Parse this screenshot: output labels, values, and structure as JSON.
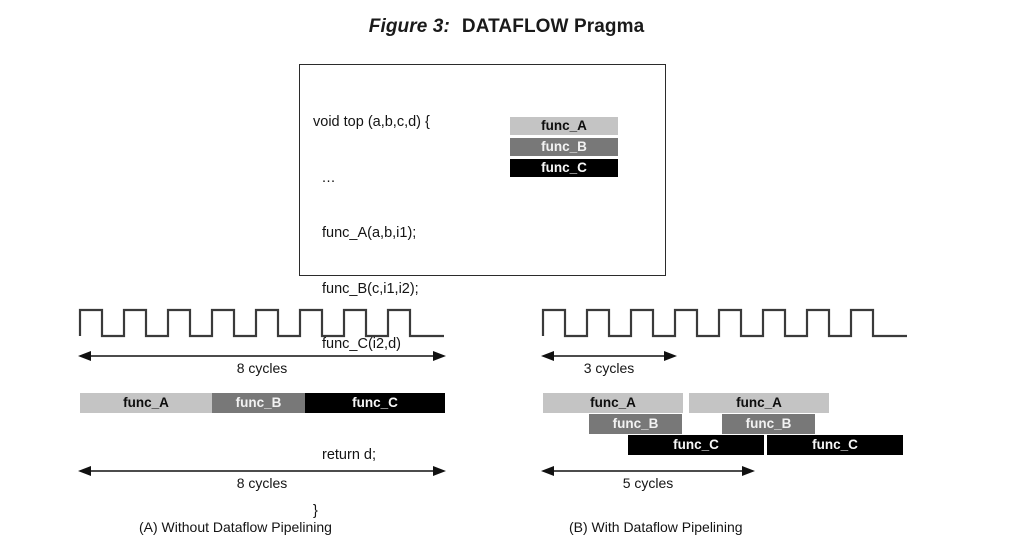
{
  "figure": {
    "label": "Figure 3:",
    "name": "DATAFLOW Pragma"
  },
  "code": {
    "line1": "void top (a,b,c,d) {",
    "line2": "...",
    "line3": "func_A(a,b,i1);",
    "line4": "func_B(c,i1,i2);",
    "line5": "func_C(i2,d)",
    "line6": "return d;",
    "line7": "}"
  },
  "legend": {
    "items": [
      {
        "label": "func_A",
        "color": "#c4c4c4",
        "text_color": "#0d0d0d"
      },
      {
        "label": "func_B",
        "color": "#787878",
        "text_color": "#f2f2f2"
      },
      {
        "label": "func_C",
        "color": "#000000",
        "text_color": "#f7f7f7"
      }
    ]
  },
  "panel_a": {
    "caption": "(A) Without Dataflow Pipelining",
    "clock_cycles": 8,
    "top_measure": "8 cycles",
    "bottom_measure": "8 cycles",
    "bars": [
      {
        "label": "func_A",
        "kind": "A"
      },
      {
        "label": "func_B",
        "kind": "B"
      },
      {
        "label": "func_C",
        "kind": "C"
      }
    ]
  },
  "panel_b": {
    "caption": "(B) With Dataflow Pipelining",
    "clock_cycles": 8,
    "top_measure": "3 cycles",
    "bottom_measure": "5 cycles",
    "bars_row_a": [
      {
        "label": "func_A",
        "kind": "A"
      },
      {
        "label": "func_A",
        "kind": "A"
      }
    ],
    "bars_row_b": [
      {
        "label": "func_B",
        "kind": "B"
      },
      {
        "label": "func_B",
        "kind": "B"
      }
    ],
    "bars_row_c": [
      {
        "label": "func_C",
        "kind": "C"
      },
      {
        "label": "func_C",
        "kind": "C"
      }
    ]
  },
  "colors": {
    "func_a": "#c4c4c4",
    "func_b": "#787878",
    "func_c": "#000000",
    "stroke": "#3a3a3a",
    "text": "#141414"
  }
}
